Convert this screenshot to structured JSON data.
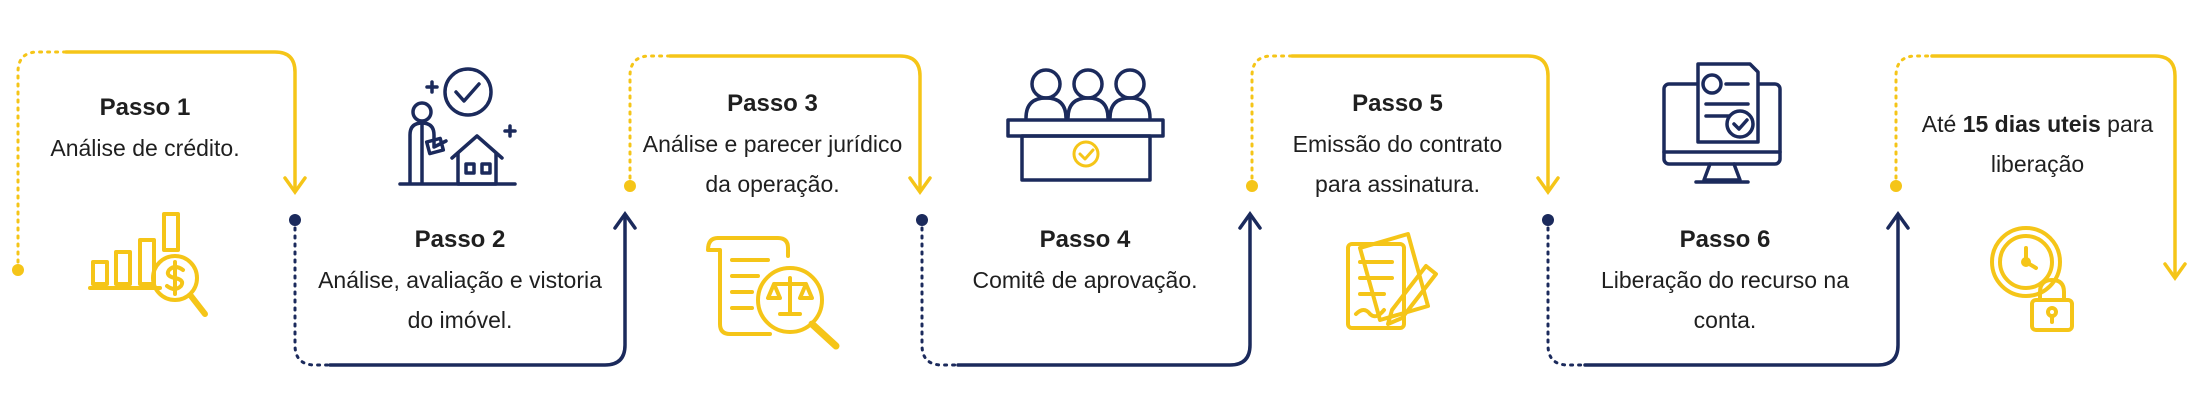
{
  "colors": {
    "yellow": "#F5C518",
    "navy": "#1B2A5C",
    "text": "#1F1F1F"
  },
  "steps": [
    {
      "title": "Passo 1",
      "lines": [
        "Análise de crédito."
      ],
      "icon": "chart-magnifier-coin-icon"
    },
    {
      "title": "Passo 2",
      "lines": [
        "Análise, avaliação e vistoria",
        "do imóvel."
      ],
      "icon": "inspector-house-check-icon"
    },
    {
      "title": "Passo 3",
      "lines": [
        "Análise e parecer jurídico",
        "da operação."
      ],
      "icon": "document-scales-magnifier-icon"
    },
    {
      "title": "Passo 4",
      "lines": [
        "Comitê de aprovação."
      ],
      "icon": "committee-table-seal-icon"
    },
    {
      "title": "Passo 5",
      "lines": [
        "Emissão do contrato",
        "para assinatura."
      ],
      "icon": "contract-pen-icon"
    },
    {
      "title": "Passo 6",
      "lines": [
        "Liberação do recurso na",
        "conta."
      ],
      "icon": "monitor-invoice-check-icon"
    }
  ],
  "final": {
    "prefix": "Até ",
    "bold": "15 dias uteis",
    "suffix": " para",
    "line2": "liberação",
    "icon": "clock-padlock-icon"
  }
}
